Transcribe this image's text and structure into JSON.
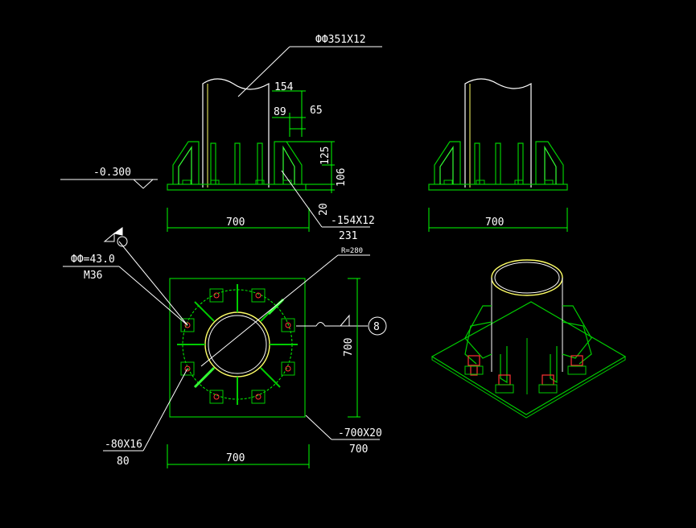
{
  "colors": {
    "background": "#000000",
    "plate": "#00cc00",
    "bright": "#33ff33",
    "pipe": "#ffffff",
    "pipe_edge": "#ffff66",
    "bolt": "#ff3333",
    "dimension": "#00ff00",
    "text": "#ffffff"
  },
  "labels": {
    "pipe_spec": "ФФ351X12",
    "dim_154": "154",
    "dim_89": "89",
    "dim_65": "65",
    "dim_125": "125",
    "dim_106": "106",
    "dim_20": "20",
    "elevation": "-0.300",
    "dim_700_front": "700",
    "stiffener_spec": "-154X12",
    "stiffener_len": "231",
    "dim_700_side": "700",
    "bolt_hole": "ФФ=43.0",
    "bolt_spec": "M36",
    "radius": "R=280",
    "grid_axis": "8",
    "dim_700_plan_v": "700",
    "washer_spec": "-80X16",
    "washer_len": "80",
    "base_spec": "-700X20",
    "base_len": "700",
    "dim_700_plan_h": "700"
  }
}
